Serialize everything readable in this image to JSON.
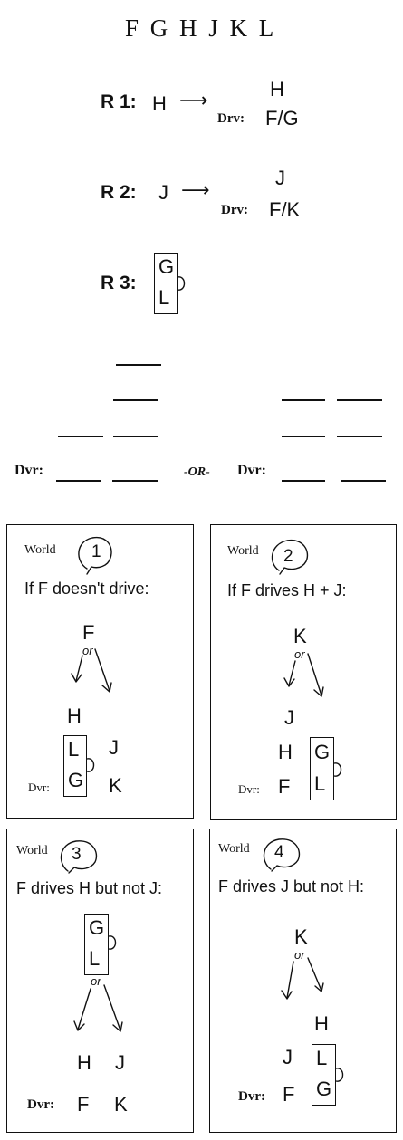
{
  "title": "F G H  J K L",
  "rules": {
    "r1": {
      "label": "R 1:",
      "left": "H",
      "top": "H",
      "drv_label": "Drv:",
      "drv_value": "F/G"
    },
    "r2": {
      "label": "R 2:",
      "left": "J",
      "top": "J",
      "drv_label": "Drv:",
      "drv_value": "F/K"
    },
    "r3": {
      "label": "R 3:",
      "top": "G",
      "bottom": "L"
    }
  },
  "diagram": {
    "dvr_label": "Dvr:",
    "or_label": "-OR-"
  },
  "worlds": [
    {
      "world_label": "World",
      "number": "1",
      "condition": "If  F doesn't drive:",
      "top": "F",
      "or": "or",
      "stack": [
        "H"
      ],
      "pair_top": "L",
      "pair_bottom": "G",
      "side": [
        "J",
        "K"
      ],
      "dvr": "Dvr:"
    },
    {
      "world_label": "World",
      "number": "2",
      "condition": "If  F drives H + J:",
      "top": "K",
      "or": "or",
      "stack": [
        "J",
        "H",
        "F"
      ],
      "pair_top": "G",
      "pair_bottom": "L",
      "dvr": "Dvr:"
    },
    {
      "world_label": "World",
      "number": "3",
      "condition": "F drives H but not J:",
      "pair_top": "G",
      "pair_bottom": "L",
      "or": "or",
      "cols": [
        "H",
        "J"
      ],
      "bottom": [
        "F",
        "K"
      ],
      "dvr": "Dvr:"
    },
    {
      "world_label": "World",
      "number": "4",
      "condition": "F drives J but not H:",
      "top": "K",
      "or": "or",
      "stack": [
        "H"
      ],
      "left": [
        "J",
        "F"
      ],
      "pair_top": "L",
      "pair_bottom": "G",
      "dvr": "Dvr:"
    }
  ]
}
